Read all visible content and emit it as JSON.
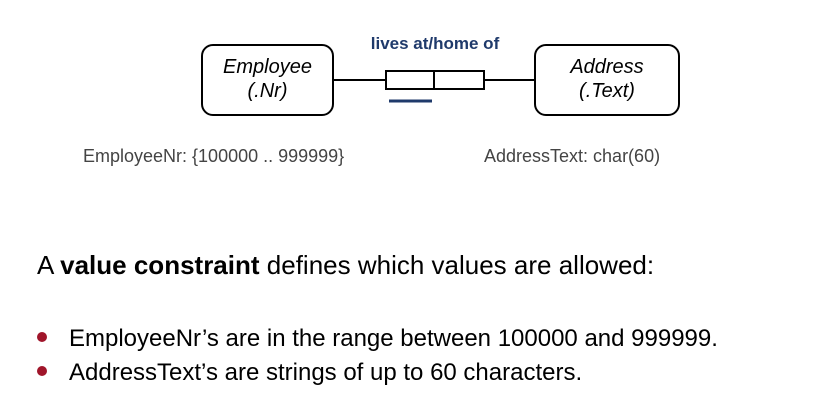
{
  "diagram": {
    "fact_type_label": "lives at/home of",
    "employee": {
      "name": "Employee",
      "ref_mode": "(.Nr)"
    },
    "address": {
      "name": "Address",
      "ref_mode": "(.Text)"
    },
    "employee_value_constraint": "EmployeeNr: {100000 .. 999999}",
    "address_value_constraint": "AddressText: char(60)"
  },
  "text": {
    "heading_prefix": "A ",
    "heading_bold": "value constraint",
    "heading_suffix": " defines which values are allowed:",
    "bullets": [
      "EmployeeNr’s are in the range between 100000 and 999999.",
      "AddressText’s are strings of up to 60 characters."
    ]
  },
  "colors": {
    "bullet": "#a0152a",
    "fact_label": "#1f3a6b",
    "uniqueness_bar": "#1f3a6b"
  }
}
